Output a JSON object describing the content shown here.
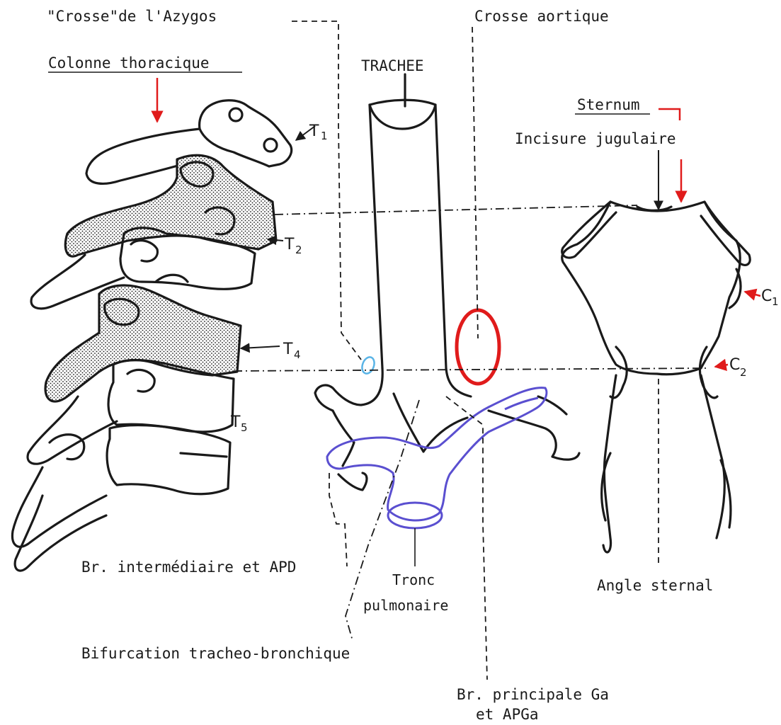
{
  "labels": {
    "azygos": "\"Crosse\"de l'Azygos",
    "aortic_arch": "Crosse aortique",
    "thoracic_spine": "Colonne thoracique",
    "trachea": "TRACHEE",
    "sternum": "Sternum",
    "jugular_notch": "Incisure jugulaire",
    "intermediate_bronchus": "Br. intermédiaire et APD",
    "pulmonary_trunk_line1": "Tronc",
    "pulmonary_trunk_line2": "pulmonaire",
    "sternal_angle": "Angle sternal",
    "tracheal_bifurcation": "Bifurcation tracheo-bronchique",
    "left_main_bronchus_line1": "Br. principale Ga",
    "left_main_bronchus_line2": "et  APGa"
  },
  "vertebra_markers": {
    "t1": {
      "letter": "T",
      "number": "1"
    },
    "t2": {
      "letter": "T",
      "number": "2"
    },
    "t4": {
      "letter": "T",
      "number": "4"
    },
    "t5": {
      "letter": "T",
      "number": "5"
    }
  },
  "rib_markers": {
    "c1": {
      "letter": "C",
      "number": "1"
    },
    "c2": {
      "letter": "C",
      "number": "2"
    }
  },
  "colors": {
    "ink": "#1a1a1a",
    "aorta_outline": "#e01b1b",
    "azygos_outline": "#5ab4e6",
    "pulmonary_artery_outline": "#5a4fd0",
    "highlight_arrow": "#e01b1b"
  }
}
